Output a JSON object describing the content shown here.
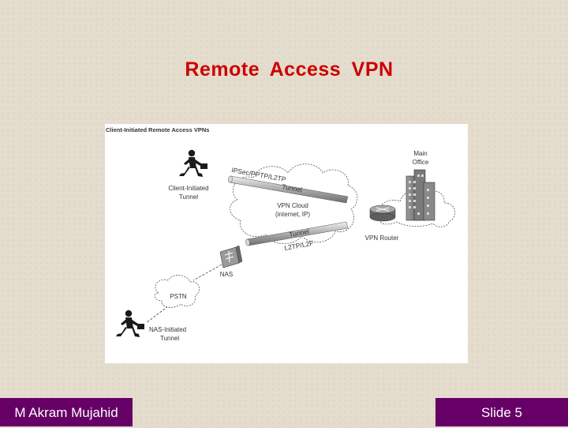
{
  "slide": {
    "title": "Remote Access VPN",
    "author": "M Akram Mujahid",
    "slide_number": "Slide 5"
  },
  "diagram": {
    "caption": "Client-Initiated Remote Access VPNs",
    "main_office": [
      "Main",
      "Office"
    ],
    "client_tunnel": [
      "Client-Initiated",
      "Tunnel"
    ],
    "nas_tunnel": [
      "NAS-Initiated",
      "Tunnel"
    ],
    "vpn_cloud": [
      "VPN Cloud",
      "(internet, IP)"
    ],
    "vpn_router": "VPN Router",
    "nas": "NAS",
    "pstn": "PSTN",
    "upper_protocols": "IPSec/PPTP/L2TP",
    "upper_tunnel": "Tunnel",
    "lower_tunnel": "Tunnel",
    "lower_protocols": "L2TP/L2F"
  },
  "colors": {
    "title": "#cc0000",
    "footer_bg": "#660066",
    "footer_text": "#ffffff"
  }
}
